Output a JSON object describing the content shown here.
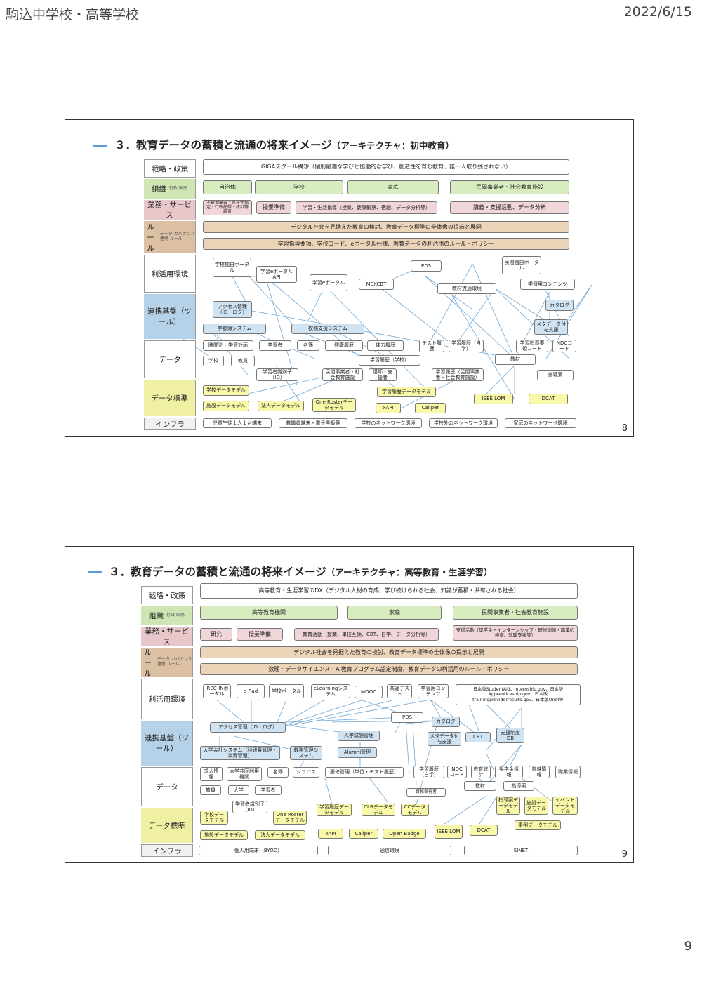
{
  "header": {
    "school": "駒込中学校・高等学校",
    "date": "2022/6/15"
  },
  "page_number": "9",
  "slide1": {
    "title": "３．教育データの蓄積と流通の将来イメージ",
    "subtitle": "（アーキテクチャ：初中教育）",
    "page": "8",
    "cats": {
      "c1": "戦略・政策",
      "c2": "組織",
      "c2s": "行政 国民",
      "c3": "業務・サービス",
      "c4": "ルール",
      "c4s": "データ ガバナンス 連携 ルール",
      "c5": "利活用環境",
      "c6": "連携基盤（ツール）",
      "c7": "データ",
      "c8": "データ標準",
      "c9": "インフラ"
    },
    "b": {
      "giga": "GIGAスクール構想（個別最適な学びと協働的な学び、創造性を育む教育、誰一人取り残されない）",
      "jichitai": "自治体",
      "gakko": "学校",
      "katei": "家庭",
      "minkan": "民間事業者・社会教育施設",
      "gyomu1": "学齢簿編製・就学先指定・行政記録・統計等調査",
      "jugyo": "授業準備",
      "gakushu": "学習・生活指導（授業、健康観察、宿題、データ分析等）",
      "kogi": "講義・支援活動、データ分析",
      "rule1": "デジタル社会を見据えた教育の検討、教育データ標準の全体像の提示と展開",
      "rule2": "学習指導要領、学校コード、eポータル仕様、教育データの利活用のルール・ポリシー",
      "portal": "学校独自ポータル",
      "eapi": "学習eポータルAPI",
      "eportal": "学習eポータル",
      "mexcbt": "MEXCBT",
      "pds": "PDS",
      "minportal": "民間独自ポータル",
      "kyozai": "教材流通環境",
      "contents": "学習用コンテンツ",
      "access": "アクセス管理（ID・ログ）",
      "catalog": "カタログ",
      "meta": "メタデータ付与支援",
      "gakurei": "学齢簿システム",
      "koumu": "校務支援システム",
      "jikan": "時間割・学習計画",
      "gakushusha": "学習者",
      "meibo": "名簿",
      "kenko": "健康履歴",
      "tairyoku": "体力履歴",
      "test": "テスト履歴",
      "rireki_j": "学習履歴（自学）",
      "shido_code": "学習指導要領コード",
      "ndc": "NDCコード",
      "kyozai2": "教材",
      "gakko2": "学校",
      "kyoin": "教員",
      "rireki_g": "学習履歴（学校）",
      "shikibetsu": "学習者識別子（ID）",
      "minkan2": "民間事業者・社会教育施設",
      "koshi": "講師・支援者",
      "rireki_m": "学習履歴（民間事業者・社会教育施設）",
      "shidoan": "指導案",
      "std1": "学校データモデル",
      "std2": "施設データモデル",
      "std3": "法人データモデル",
      "std4": "One Rosterデータモデル",
      "std5": "学習履歴データモデル",
      "xapi": "xAPI",
      "caliper": "Caliper",
      "ieee": "IEEE LOM",
      "dcat": "DCAT",
      "inf1": "児童生徒１人１台端末",
      "inf2": "教職員端末・電子黒板等",
      "inf3": "学校のネットワーク環境",
      "inf4": "学校外のネットワーク環境",
      "inf5": "家庭のネットワーク環境"
    }
  },
  "slide2": {
    "title": "３．教育データの蓄積と流通の将来イメージ",
    "subtitle": "（アーキテクチャ：高等教育・生涯学習）",
    "page": "9",
    "cats": {
      "c1": "戦略・政策",
      "c2": "組織",
      "c2s": "行政 国民",
      "c3": "業務・サービス",
      "c4": "ルール",
      "c4s": "データ ガバナンス 連携 ルール",
      "c5": "利活用環境",
      "c6": "連携基盤（ツール）",
      "c7": "データ",
      "c8": "データ標準",
      "c9": "インフラ"
    },
    "b": {
      "dx": "高等教育・生涯学習のDX（デジタル人材の育成、学び続けられる社会、知識が蓄積・共有される社会）",
      "koto": "高等教育機関",
      "katei": "家庭",
      "minkan": "民間事業者・社会教育施設",
      "kenkyu": "研究",
      "jugyo": "授業準備",
      "kyoiku": "教育活動（授業、単位互換、CBT、自学、データ分析等）",
      "shien": "支援活動（奨学金・インターンシップ・研修訓練・職業の検索、就職支援等）",
      "rule1": "デジタル社会を見据えた教育の検討、教育データ標準の全体像の提示と展開",
      "rule2": "数理・データサイエンス・AI教育プログラム認定制度、教育データの利活用のルール・ポリシー",
      "jrec": "JREC-INポータル",
      "erad": "e-Rad",
      "portal": "学校ポータル",
      "elearn": "eLearningシステム",
      "mooc": "MOOC",
      "kyotsu": "共通テスト",
      "contents": "学習用コンテンツ",
      "global": "日本版StudentAid、internship.gov、日本版Apprenticeship.gov、日本版trainingproviderresults.gov、日本版Onet等",
      "pds": "PDS",
      "catalog": "カタログ",
      "access": "アクセス管理（ID・ログ）",
      "nyushi": "入学試験管理",
      "meta": "メタデータ付与支援",
      "cbt": "CBT",
      "shiendb": "支援制度DB",
      "kaikei": "大学会計システム（科研費管理・学資管理）",
      "kyomu": "教務管理システム",
      "alumni": "Alumni管理",
      "kyujin": "求人情報",
      "kyodo": "大学共同利用機関",
      "meibo": "名簿",
      "syllabus": "シラバス",
      "rishu": "履修管理（単位・テスト履歴）",
      "rireki_j": "学習履歴（自学）",
      "ndc": "NDCコード",
      "kyoiku_t": "教育統計",
      "shogaku": "奨学金情報",
      "kunren": "訓練情報",
      "shokugyo": "職業情報",
      "kyoin": "教員",
      "daigaku": "大学",
      "gakushusha": "学習者",
      "shikaku": "資格保有者",
      "kyozai": "教材",
      "shidoan": "指導案",
      "shikibetsu": "学習者識別子（ID）",
      "std_school": "学校データモデル",
      "std_or": "One Rosterデータモデル",
      "std_rireki": "学習履歴データモデル",
      "std_clr": "CLRデータモデル",
      "std_cc": "CCデータモデル",
      "std_shido": "指導案データモデル",
      "std_shisetsu_d": "施設データモデル",
      "std_event": "イベントデータモデル",
      "std_jirei": "事例データモデル",
      "std_fac": "施設データモデル",
      "std_hojin": "法人データモデル",
      "xapi": "xAPI",
      "caliper": "Caliper",
      "openbadge": "Open Badge",
      "ieee": "IEEE LOM",
      "dcat": "DCAT",
      "inf1": "個人用端末（BYOD）",
      "inf2": "通信環境",
      "inf3": "SINET"
    }
  }
}
